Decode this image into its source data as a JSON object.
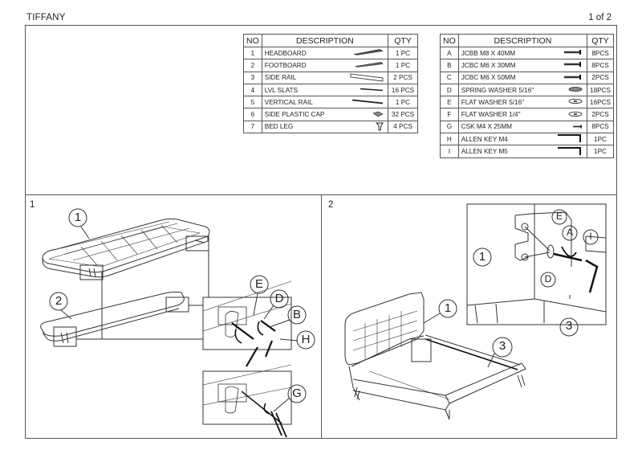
{
  "header": {
    "title": "TIFFANY",
    "page": "1 of 2"
  },
  "parts_table": {
    "headers": {
      "no": "NO",
      "description": "DESCRIPTION",
      "qty": "QTY"
    },
    "rows": [
      {
        "no": "1",
        "description": "HEADBOARD",
        "qty": "1 PC",
        "icon": "headboard-icon"
      },
      {
        "no": "2",
        "description": "FOOTBOARD",
        "qty": "1 PC",
        "icon": "footboard-icon"
      },
      {
        "no": "3",
        "description": "SIDE RAIL",
        "qty": "2 PCS",
        "icon": "side-rail-icon"
      },
      {
        "no": "4",
        "description": "LVL SLATS",
        "qty": "16 PCS",
        "icon": "slat-icon"
      },
      {
        "no": "5",
        "description": "VERTICAL RAIL",
        "qty": "1 PC",
        "icon": "vertical-rail-icon"
      },
      {
        "no": "6",
        "description": "SIDE PLASTIC CAP",
        "qty": "32 PCS",
        "icon": "plastic-cap-icon"
      },
      {
        "no": "7",
        "description": "BED LEG",
        "qty": "4 PCS",
        "icon": "bed-leg-icon"
      }
    ]
  },
  "hardware_table": {
    "headers": {
      "no": "NO",
      "description": "DESCRIPTION",
      "qty": "QTY"
    },
    "rows": [
      {
        "no": "A",
        "description": "JCBB M8 X 40MM",
        "qty": "8PCS",
        "icon": "bolt-icon"
      },
      {
        "no": "B",
        "description": "JCBC M6 X 30MM",
        "qty": "8PCS",
        "icon": "bolt-icon"
      },
      {
        "no": "C",
        "description": "JCBC M6 X 50MM",
        "qty": "2PCS",
        "icon": "bolt-icon"
      },
      {
        "no": "D",
        "description": "SPRING WASHER 5/16\"",
        "qty": "18PCS",
        "icon": "spring-washer-icon"
      },
      {
        "no": "E",
        "description": "FLAT WASHER 5/16\"",
        "qty": "16PCS",
        "icon": "flat-washer-icon"
      },
      {
        "no": "F",
        "description": "FLAT WASHER 1/4\"",
        "qty": "2PCS",
        "icon": "flat-washer-icon"
      },
      {
        "no": "G",
        "description": "CSK M4 X 25MM",
        "qty": "8PCS",
        "icon": "screw-icon"
      },
      {
        "no": "H",
        "description": "ALLEN KEY M4",
        "qty": "1PC",
        "icon": "allen-key-icon"
      },
      {
        "no": "I",
        "description": "ALLEN KEY M5",
        "qty": "1PC",
        "icon": "allen-key-icon"
      }
    ]
  },
  "steps": [
    {
      "number": "1",
      "callouts": [
        "1",
        "2",
        "E",
        "D",
        "B",
        "H",
        "G"
      ]
    },
    {
      "number": "2",
      "callouts": [
        "E",
        "A",
        "I",
        "1",
        "D",
        "3",
        "1",
        "3"
      ]
    }
  ]
}
